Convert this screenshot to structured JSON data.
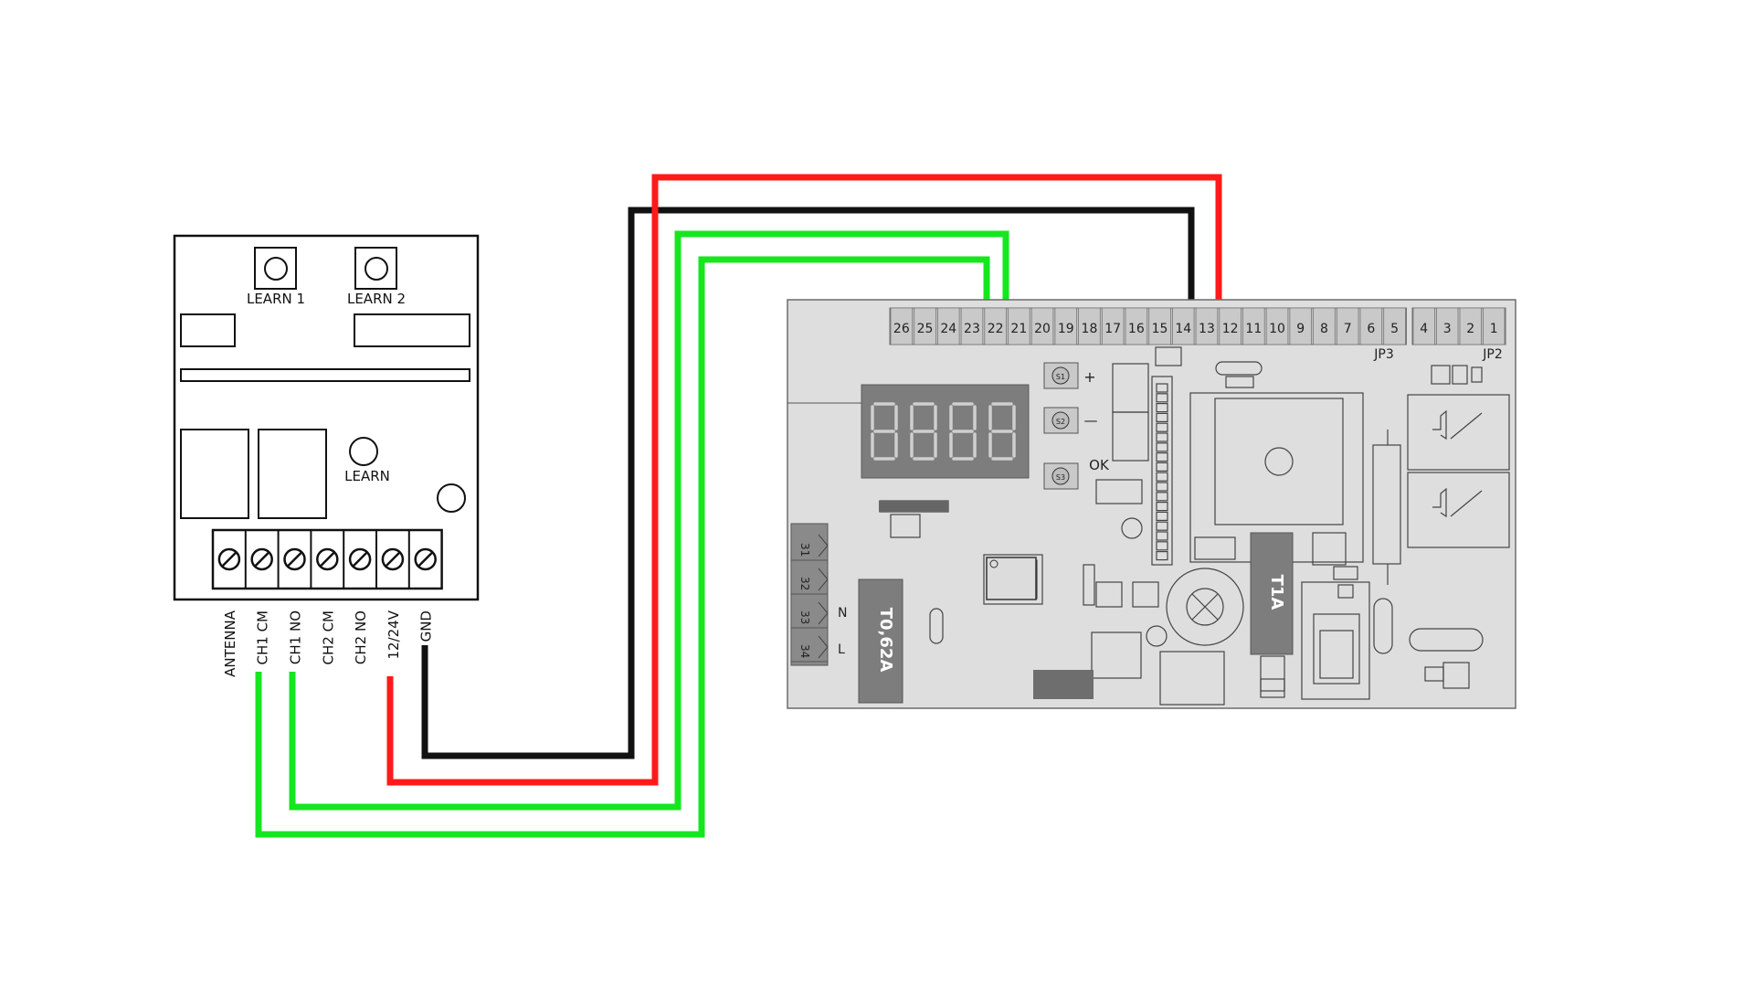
{
  "receiver": {
    "learn1": "LEARN 1",
    "learn2": "LEARN 2",
    "learn": "LEARN",
    "terminals": [
      "ANTENNA",
      "CH1 CM",
      "CH1 NO",
      "CH2 CM",
      "CH2 NO",
      "12/24V",
      "GND"
    ]
  },
  "board": {
    "terminals_left": [
      "26",
      "25",
      "24",
      "23",
      "22",
      "21",
      "20",
      "19",
      "18",
      "17",
      "16",
      "15",
      "14",
      "13",
      "12",
      "11",
      "10",
      "9",
      "8",
      "7",
      "6",
      "5"
    ],
    "terminals_right": [
      "4",
      "3",
      "2",
      "1"
    ],
    "jp3": "JP3",
    "jp2": "JP2",
    "plus": "+",
    "minus": "—",
    "ok": "OK",
    "s1": "S1",
    "s2": "S2",
    "s3": "S3",
    "fuse1": "T0,62A",
    "fuse2": "T1A",
    "side_pins": [
      "31",
      "32",
      "33",
      "34"
    ],
    "n_label": "N",
    "l_label": "L",
    "display": "8888"
  },
  "colors": {
    "red": "#ff1a1a",
    "black": "#111111",
    "green": "#16e61f",
    "board_fill": "#dedede",
    "board_stroke": "#6b6b6b",
    "dark_block": "#7d7d7d"
  }
}
